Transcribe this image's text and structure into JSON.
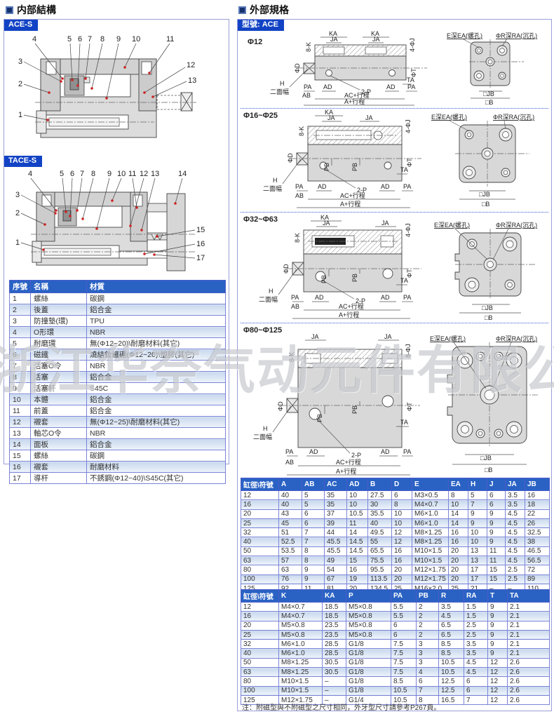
{
  "watermark": "浙江华奈气动元件有限公司",
  "left": {
    "title": "内部結構",
    "tabs": {
      "ace": "ACE-S",
      "tace": "TACE-S"
    },
    "ace_callouts": [
      "1",
      "2",
      "3",
      "4",
      "5",
      "6",
      "7",
      "8",
      "9",
      "10",
      "11",
      "12",
      "13"
    ],
    "tace_callouts": [
      "1",
      "2",
      "3",
      "4",
      "5",
      "6",
      "7",
      "8",
      "9",
      "10",
      "11",
      "12",
      "13",
      "14",
      "15",
      "16",
      "17"
    ],
    "parts_table": {
      "headers": [
        "序號",
        "名稱",
        "材質"
      ],
      "rows": [
        [
          "1",
          "螺絲",
          "碳鋼"
        ],
        [
          "2",
          "後蓋",
          "鋁合金"
        ],
        [
          "3",
          "防撞墊(環)",
          "TPU"
        ],
        [
          "4",
          "O形環",
          "NBR"
        ],
        [
          "5",
          "耐磨環",
          "無(Φ12~20)\\耐磨材料(其它)"
        ],
        [
          "6",
          "磁鐵",
          "燒結釹鐵硼(Φ12~20)\\塑膠(其它)"
        ],
        [
          "7",
          "活塞O令",
          "NBR"
        ],
        [
          "8",
          "活塞",
          "鋁合金"
        ],
        [
          "9",
          "活塞杆",
          "S45C"
        ],
        [
          "10",
          "本體",
          "鋁合金"
        ],
        [
          "11",
          "前蓋",
          "鋁合金"
        ],
        [
          "12",
          "襯套",
          "無(Φ12~25)\\耐磨材料(其它)"
        ],
        [
          "13",
          "軸芯O令",
          "NBR"
        ],
        [
          "14",
          "面板",
          "鋁合金"
        ],
        [
          "15",
          "螺絲",
          "碳鋼"
        ],
        [
          "16",
          "襯套",
          "耐磨材料"
        ],
        [
          "17",
          "導杆",
          "不銹鋼(Φ12~40)\\S45C(其它)"
        ]
      ]
    }
  },
  "right": {
    "title": "外部規格",
    "model_tab": "型號: ACE",
    "sizes": [
      "Φ12",
      "Φ16~Φ25",
      "Φ32~Φ63",
      "Φ80~Φ125"
    ],
    "dims": {
      "ka": "KA",
      "ja": "JA",
      "k8": "8-K",
      "j4": "4-ΦJ",
      "j8": "8-ΦJ",
      "d": "ΦD",
      "t": "ΦT",
      "ta": "TA",
      "h": "H",
      "flat": "二面幅",
      "pa": "PA",
      "p2": "2-P",
      "ad": "AD",
      "ab": "AB",
      "ac": "AC+行程",
      "a": "A+行程",
      "pb": "PB",
      "ea": "E深EA(螺孔)",
      "ra": "ΦR深RA(沉孔)",
      "jb": "□JB",
      "b": "□B"
    },
    "table1": {
      "headers": [
        "缸徑\\符號",
        "A",
        "AB",
        "AC",
        "AD",
        "B",
        "D",
        "E",
        "EA",
        "H",
        "J",
        "JA",
        "JB"
      ],
      "rows": [
        [
          "12",
          "40",
          "5",
          "35",
          "10",
          "27.5",
          "6",
          "M3×0.5",
          "8",
          "5",
          "6",
          "3.5",
          "16"
        ],
        [
          "16",
          "40",
          "5",
          "35",
          "10",
          "30",
          "8",
          "M4×0.7",
          "10",
          "7",
          "6",
          "3.5",
          "18"
        ],
        [
          "20",
          "43",
          "6",
          "37",
          "10.5",
          "35.5",
          "10",
          "M6×1.0",
          "14",
          "9",
          "9",
          "4.5",
          "22"
        ],
        [
          "25",
          "45",
          "6",
          "39",
          "11",
          "40",
          "10",
          "M6×1.0",
          "14",
          "9",
          "9",
          "4.5",
          "26"
        ],
        [
          "32",
          "51",
          "7",
          "44",
          "14",
          "49.5",
          "12",
          "M8×1.25",
          "16",
          "10",
          "9",
          "4.5",
          "32.5"
        ],
        [
          "40",
          "52.5",
          "7",
          "45.5",
          "14.5",
          "55",
          "12",
          "M8×1.25",
          "16",
          "10",
          "9",
          "4.5",
          "38"
        ],
        [
          "50",
          "53.5",
          "8",
          "45.5",
          "14.5",
          "65.5",
          "16",
          "M10×1.5",
          "20",
          "13",
          "11",
          "4.5",
          "46.5"
        ],
        [
          "63",
          "57",
          "8",
          "49",
          "15",
          "75.5",
          "16",
          "M10×1.5",
          "20",
          "13",
          "11",
          "4.5",
          "56.5"
        ],
        [
          "80",
          "63",
          "9",
          "54",
          "16",
          "95.5",
          "20",
          "M12×1.75",
          "20",
          "17",
          "15",
          "2.5",
          "72"
        ],
        [
          "100",
          "76",
          "9",
          "67",
          "19",
          "113.5",
          "20",
          "M12×1.75",
          "20",
          "17",
          "15",
          "2.5",
          "89"
        ],
        [
          "125",
          "92",
          "11",
          "81",
          "20",
          "134.5",
          "25",
          "M16×2.0",
          "25",
          "21",
          "–",
          "–",
          "110"
        ]
      ]
    },
    "table2": {
      "headers": [
        "缸徑\\符號",
        "K",
        "KA",
        "P",
        "PA",
        "PB",
        "R",
        "RA",
        "T",
        "TA"
      ],
      "rows": [
        [
          "12",
          "M4×0.7",
          "18.5",
          "M5×0.8",
          "5.5",
          "2",
          "3.5",
          "1.5",
          "9",
          "2.1"
        ],
        [
          "16",
          "M4×0.7",
          "18.5",
          "M5×0.8",
          "5.5",
          "2",
          "4.5",
          "1.5",
          "9",
          "2.1"
        ],
        [
          "20",
          "M5×0.8",
          "23.5",
          "M5×0.8",
          "6",
          "2",
          "6.5",
          "2.5",
          "9",
          "2.1"
        ],
        [
          "25",
          "M5×0.8",
          "23.5",
          "M5×0.8",
          "6",
          "2",
          "6.5",
          "2.5",
          "9",
          "2.1"
        ],
        [
          "32",
          "M6×1.0",
          "28.5",
          "G1/8",
          "7.5",
          "3",
          "8.5",
          "3.5",
          "9",
          "2.1"
        ],
        [
          "40",
          "M6×1.0",
          "28.5",
          "G1/8",
          "7.5",
          "3",
          "8.5",
          "3.5",
          "9",
          "2.1"
        ],
        [
          "50",
          "M8×1.25",
          "30.5",
          "G1/8",
          "7.5",
          "3",
          "10.5",
          "4.5",
          "12",
          "2.6"
        ],
        [
          "63",
          "M8×1.25",
          "30.5",
          "G1/8",
          "7.5",
          "4",
          "10.5",
          "4.5",
          "12",
          "2.6"
        ],
        [
          "80",
          "M10×1.5",
          "–",
          "G1/8",
          "8.5",
          "6",
          "12.5",
          "6",
          "12",
          "2.6"
        ],
        [
          "100",
          "M10×1.5",
          "–",
          "G1/8",
          "10.5",
          "7",
          "12.5",
          "6",
          "12",
          "2.6"
        ],
        [
          "125",
          "M12×1.75",
          "–",
          "G1/4",
          "10.5",
          "8",
          "16.5",
          "7",
          "12",
          "2.6"
        ]
      ]
    },
    "note": "注：附磁型與不附磁型之尺寸相同，外牙型尺寸請參考P267頁。"
  }
}
